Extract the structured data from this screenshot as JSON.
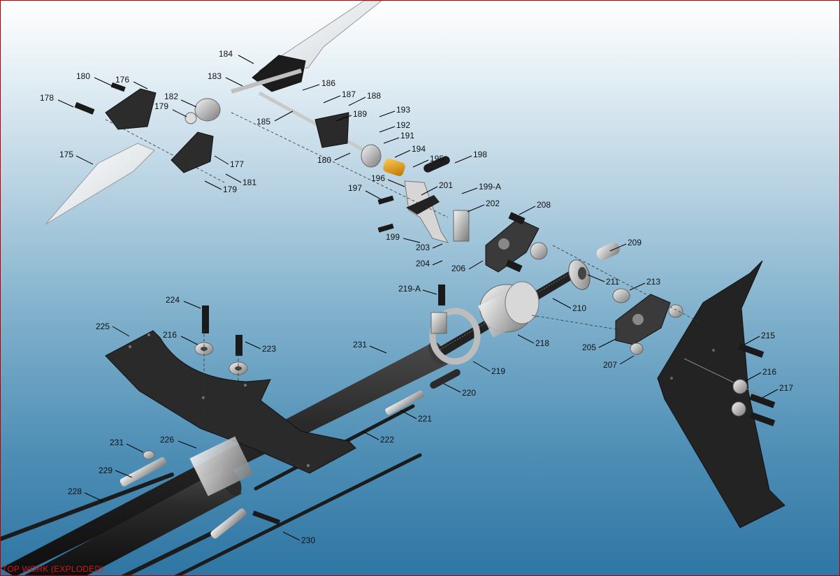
{
  "footer": "TOP WORK (EXPLODED)",
  "parts": {
    "p175": "175",
    "p176": "176",
    "p177": "177",
    "p178": "178",
    "p179a": "179",
    "p179b": "179",
    "p180a": "180",
    "p180b": "180",
    "p181": "181",
    "p182": "182",
    "p183": "183",
    "p184": "184",
    "p185": "185",
    "p186": "186",
    "p187": "187",
    "p188": "188",
    "p189": "189",
    "p191": "191",
    "p192": "192",
    "p193": "193",
    "p194": "194",
    "p195": "195",
    "p196": "196",
    "p197": "197",
    "p198": "198",
    "p199": "199",
    "p199a": "199-A",
    "p201": "201",
    "p202": "202",
    "p203": "203",
    "p204": "204",
    "p205": "205",
    "p206": "206",
    "p207": "207",
    "p208": "208",
    "p209": "209",
    "p210": "210",
    "p211": "211",
    "p213": "213",
    "p215": "215",
    "p216a": "216",
    "p216b": "216",
    "p217": "217",
    "p218": "218",
    "p219": "219",
    "p219a": "219-A",
    "p220": "220",
    "p221": "221",
    "p222": "222",
    "p223": "223",
    "p224": "224",
    "p225": "225",
    "p226": "226",
    "p228": "228",
    "p229": "229",
    "p230": "230",
    "p231a": "231",
    "p231b": "231"
  }
}
